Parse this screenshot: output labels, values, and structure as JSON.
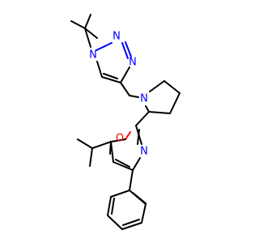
{
  "colors": {
    "carbon_bond": "#000000",
    "nitrogen": "#0000ff",
    "oxygen": "#ff0000",
    "background": "#ffffff"
  },
  "atoms": [
    {
      "id": "n1",
      "element": "N",
      "text": "N",
      "color": "nitrogen"
    },
    {
      "id": "n2",
      "element": "N",
      "text": "N",
      "color": "nitrogen"
    },
    {
      "id": "n3",
      "element": "N",
      "text": "N",
      "color": "nitrogen"
    },
    {
      "id": "n4",
      "element": "N",
      "text": "N",
      "color": "nitrogen"
    },
    {
      "id": "o1",
      "element": "O",
      "text": "O",
      "color": "oxygen"
    },
    {
      "id": "n5",
      "element": "N",
      "text": "N",
      "color": "nitrogen"
    }
  ]
}
